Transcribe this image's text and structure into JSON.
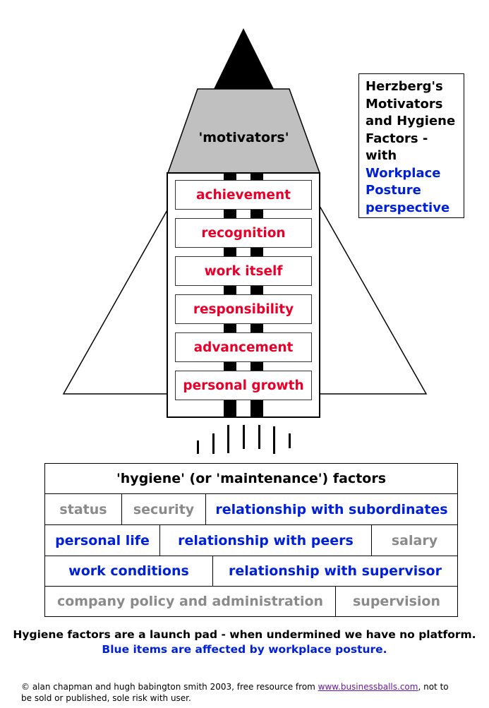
{
  "title": {
    "lines_black": [
      "Herzberg's",
      "Motivators",
      "and Hygiene",
      "Factors -",
      "with"
    ],
    "lines_blue": [
      "Workplace",
      "Posture",
      "perspective"
    ]
  },
  "motivators": {
    "label": "'motivators'",
    "items": [
      "achievement",
      "recognition",
      "work itself",
      "responsibility",
      "advancement",
      "personal growth"
    ]
  },
  "hygiene": {
    "header": "'hygiene' (or 'maintenance') factors",
    "rows": [
      [
        {
          "text": "status",
          "color": "grey"
        },
        {
          "text": "security",
          "color": "grey"
        },
        {
          "text": "relationship with subordinates",
          "color": "blue"
        }
      ],
      [
        {
          "text": "personal life",
          "color": "blue"
        },
        {
          "text": "relationship with peers",
          "color": "blue"
        },
        {
          "text": "salary",
          "color": "grey"
        }
      ],
      [
        {
          "text": "work conditions",
          "color": "blue"
        },
        {
          "text": "relationship with supervisor",
          "color": "blue"
        }
      ],
      [
        {
          "text": "company policy and administration",
          "color": "grey"
        },
        {
          "text": "supervision",
          "color": "grey"
        }
      ]
    ]
  },
  "captions": {
    "line1": "Hygiene factors are a launch pad - when undermined we have no platform.",
    "line2": "Blue items are affected by workplace posture."
  },
  "copyright": {
    "prefix": "© alan chapman and hugh babington smith 2003, free resource from ",
    "link": "www.businessballs.com",
    "suffix": ", not to be sold or published, sole risk with user."
  },
  "colors": {
    "motivator_text": "#e8002a",
    "blue": "#0020d8",
    "grey": "#8a8a8a",
    "nose_cone": "#c0c0c0"
  }
}
